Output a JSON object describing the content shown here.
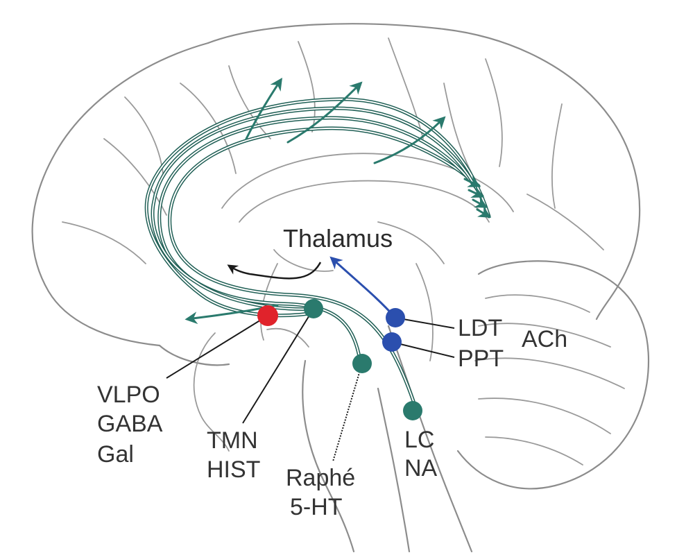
{
  "diagram": {
    "center_label": "Thalamus",
    "nuclei": [
      {
        "id": "vlpo",
        "lines": [
          "VLPO",
          "GABA",
          "Gal"
        ],
        "color": "#e0232b"
      },
      {
        "id": "tmn",
        "lines": [
          "TMN",
          "HIST"
        ],
        "color": "#2a7a6d"
      },
      {
        "id": "raphe",
        "lines": [
          "Raphé",
          "5-HT"
        ],
        "color": "#2a7a6d"
      },
      {
        "id": "lc",
        "lines": [
          "LC",
          "NA"
        ],
        "color": "#2a7a6d"
      },
      {
        "id": "ldt",
        "lines": [
          "LDT"
        ],
        "color": "#2b4fae"
      },
      {
        "id": "ppt",
        "lines": [
          "PPT"
        ],
        "color": "#2b4fae"
      }
    ],
    "group_label": "ACh",
    "colors": {
      "monoamine_pathway": "#2a7a6d",
      "cholinergic_pathway": "#2b4fae",
      "gaba_nucleus": "#e0232b",
      "brain_outline": "#8c8c8c"
    }
  }
}
